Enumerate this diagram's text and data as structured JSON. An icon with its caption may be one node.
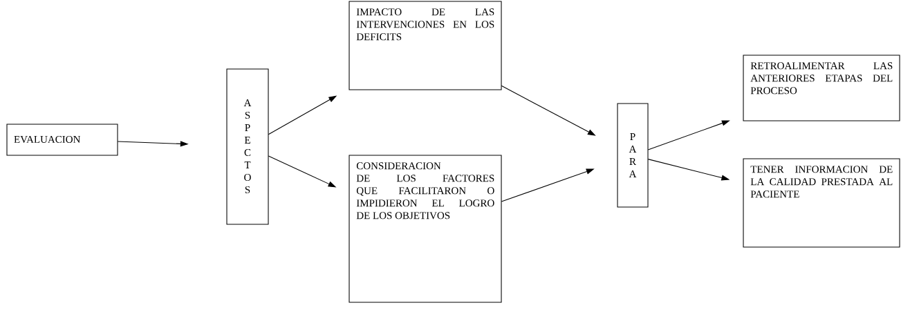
{
  "diagram": {
    "nodes": [
      {
        "text": [
          "EVALUACION"
        ]
      },
      {
        "text": [
          "A S P E C T O S"
        ]
      },
      {
        "text": [
          "IMPACTO DE LAS INTERVENCIONES EN LOS DEFICITS"
        ]
      },
      {
        "text": [
          "CONSIDERACION DE LOS FACTORES QUE FACILITARON O IMPIDIERON EL LOGRO DE LOS OBJETIVOS"
        ]
      },
      {
        "text": [
          "P A R A"
        ]
      },
      {
        "text": [
          "RETROALIMENTAR LAS ANTERIORES ETAPAS DEL PROCESO"
        ]
      },
      {
        "text": [
          "TENER INFORMACION DE LA CALIDAD PRESTADA AL PACIENTE"
        ]
      }
    ],
    "edges": [
      {
        "from": 0,
        "to": 1,
        "arrow": "to"
      },
      {
        "from": 1,
        "to": 2,
        "arrow": "to"
      },
      {
        "from": 1,
        "to": 3,
        "arrow": "to"
      },
      {
        "from": 2,
        "to": 4,
        "arrow": "to"
      },
      {
        "from": 3,
        "to": 4,
        "arrow": "to"
      },
      {
        "from": 4,
        "to": 5,
        "arrow": "to"
      },
      {
        "from": 4,
        "to": 6,
        "arrow": "to"
      }
    ]
  }
}
